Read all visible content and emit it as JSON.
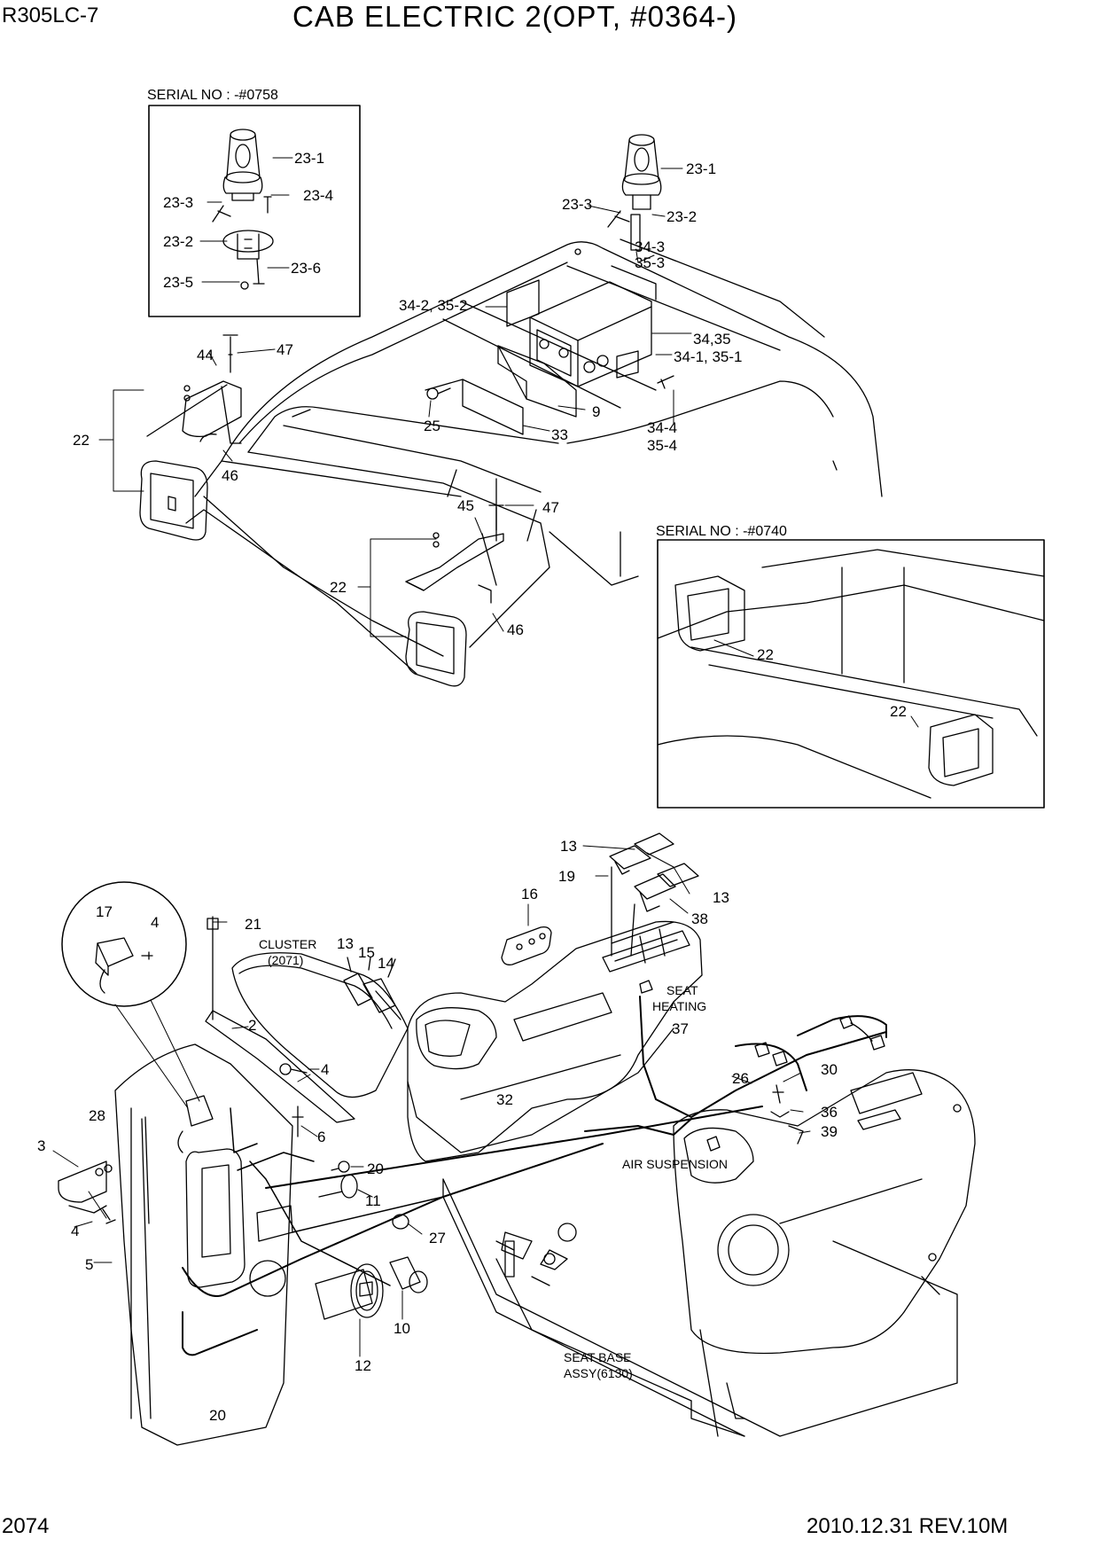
{
  "header": {
    "model": "R305LC-7",
    "title": "CAB ELECTRIC 2(OPT, #0364-)"
  },
  "footer": {
    "page": "2074",
    "date_rev": "2010.12.31  REV.10M"
  },
  "insets": {
    "beacon_serial": "SERIAL NO : -#0758",
    "lamp_serial": "SERIAL NO : -#0740"
  },
  "notes": {
    "cluster": "CLUSTER",
    "cluster_ref": "(2071)",
    "seat": "SEAT",
    "heating": "HEATING",
    "air_suspension": "AIR SUSPENSION",
    "seat_base": "SEAT BASE",
    "seat_base_ref": "ASSY(6130)"
  },
  "callouts": {
    "c23_1": "23-1",
    "c23_2": "23-2",
    "c23_3": "23-3",
    "c23_4": "23-4",
    "c23_5": "23-5",
    "c23_6": "23-6",
    "c34_3": "34-3",
    "c35_3": "35-3",
    "c34_2_35_2": "34-2, 35-2",
    "c34_35": "34,35",
    "c34_1_35_1": "34-1, 35-1",
    "c34_4": "34-4",
    "c35_4": "35-4",
    "c9": "9",
    "c25": "25",
    "c33": "33",
    "c44": "44",
    "c47": "47",
    "c45": "45",
    "c46": "46",
    "c22": "22",
    "c13": "13",
    "c19": "19",
    "c38": "38",
    "c16": "16",
    "c17": "17",
    "c4": "4",
    "c21": "21",
    "c15": "15",
    "c14": "14",
    "c2": "2",
    "c6": "6",
    "c20": "20",
    "c11": "11",
    "c27": "27",
    "c28": "28",
    "c3": "3",
    "c5": "5",
    "c12": "12",
    "c10": "10",
    "c37": "37",
    "c32": "32",
    "c26": "26",
    "c30": "30",
    "c36": "36",
    "c39": "39"
  }
}
